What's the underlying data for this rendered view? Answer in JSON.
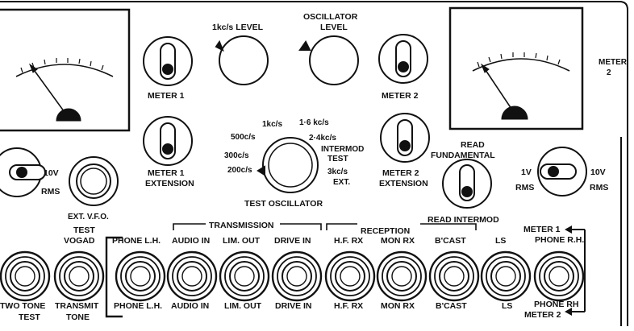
{
  "labels": {
    "meter2_title": "METER",
    "meter2_num": "2",
    "level_1kcs": "1kc/s LEVEL",
    "osc_level_1": "OSCILLATOR",
    "osc_level_2": "LEVEL",
    "meter1": "METER 1",
    "meter2": "METER 2",
    "meter1_ext_1": "METER 1",
    "meter1_ext_2": "EXTENSION",
    "meter2_ext_1": "METER 2",
    "meter2_ext_2": "EXTENSION",
    "read_fund_1": "READ",
    "read_fund_2": "FUNDAMENTAL",
    "read_intermod": "READ  INTERMOD",
    "ext_vfo": "EXT. V.F.O.",
    "test_oscillator": "TEST  OSCILLATOR",
    "left_10v": "10V",
    "left_rms": "RMS",
    "right_1v": "1V",
    "right_10v": "10V",
    "right_rms_l": "RMS",
    "right_rms_r": "RMS",
    "test": "TEST",
    "vogad": "VOGAD",
    "transmission": "TRANSMISSION",
    "reception": "RECEPTION",
    "meter1_arrow": "METER 1",
    "meter2_arrow": "METER 2"
  },
  "test_oscillator_positions": [
    "1kc/s",
    "1·6 kc/s",
    "500c/s",
    "2·4kc/s",
    "INTERMOD",
    "TEST",
    "300c/s",
    "200c/s",
    "3kc/s",
    "EXT."
  ],
  "sockets_top": [
    "PHONE L.H.",
    "AUDIO IN",
    "LIM. OUT",
    "DRIVE IN",
    "H.F. RX",
    "MON RX",
    "B'CAST",
    "LS",
    "PHONE R.H."
  ],
  "sockets_bottom": [
    "TWO TONE",
    "TRANSMIT",
    "PHONE L.H.",
    "AUDIO IN",
    "LIM. OUT",
    "DRIVE IN",
    "H.F. RX",
    "MON RX",
    "B'CAST",
    "LS",
    "PHONE RH"
  ],
  "sockets_bottom_line2": [
    "TEST",
    "TONE"
  ]
}
